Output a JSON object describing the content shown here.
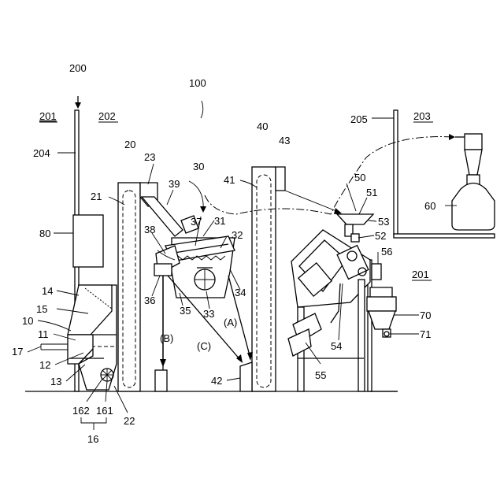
{
  "labels": {
    "system": "100",
    "building": "200",
    "room_left": "201",
    "room_mid": "202",
    "room_right": "203",
    "room_right_lower": "201",
    "wall_left": "204",
    "wall_right": "205",
    "receiver": "10",
    "receiver_hopper": "11",
    "receiver_screen": "12",
    "receiver_outlet": "13",
    "receiver_cover": "14",
    "receiver_chute": "15",
    "receiver_mech": "16",
    "receiver_feed": "17",
    "rotor_a": "161",
    "rotor_b": "162",
    "elevator_1": "20",
    "elevator_1_belt": "21",
    "elevator_1_base": "22",
    "elevator_1_head": "23",
    "sorter": "30",
    "sorter_body": "31",
    "sorter_plate": "32",
    "sorter_tank": "33",
    "sorter_out_a": "34",
    "sorter_bottom": "35",
    "sorter_out_b": "36",
    "sorter_screen": "37",
    "sorter_inlet": "38",
    "sorter_chute": "39",
    "elevator_2": "40",
    "elevator_2_belt": "41",
    "elevator_2_base": "42",
    "elevator_2_head": "43",
    "mill": "50",
    "mill_hopper": "51",
    "mill_valve": "52",
    "mill_top": "53",
    "mill_body": "54",
    "mill_motor": "55",
    "mill_outlet": "56",
    "collector": "60",
    "bagger": "70",
    "bagger_valve": "71",
    "panel": "80"
  },
  "flow_labels": {
    "a": "(A)",
    "b": "(B)",
    "c": "(C)"
  }
}
